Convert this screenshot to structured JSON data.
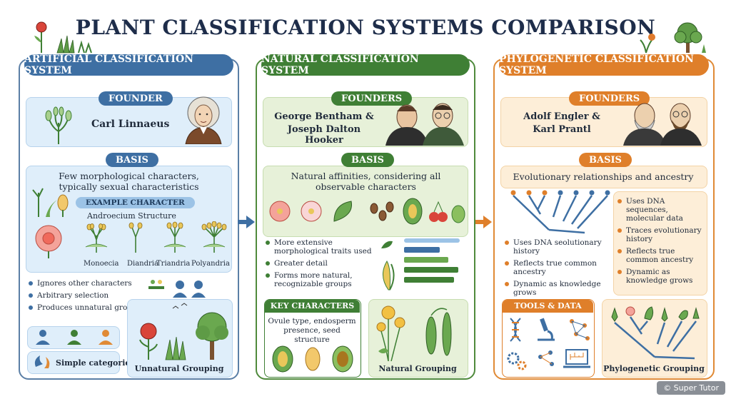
{
  "title": "PLANT CLASSIFICATION SYSTEMS COMPARISON",
  "artificial": {
    "header": "ARTIFICIAL CLASSIFICATION SYSTEM",
    "founder_label": "FOUNDER",
    "founder_name": "Carl Linnaeus",
    "basis_label": "BASIS",
    "basis_text": "Few morphological characters, typically sexual characteristics",
    "example_label": "EXAMPLE CHARACTER",
    "example_name": "Androecium Structure",
    "examples": [
      "Monoecia",
      "Diandria",
      "Triandria",
      "Polyandria"
    ],
    "bullets": [
      "Ignores other characters",
      "Arbitrary selection",
      "Produces unnatural groups"
    ],
    "simple_label": "Simple categories",
    "grouping_label": "Unnatural Grouping"
  },
  "natural": {
    "header": "NATURAL CLASSIFICATION SYSTEM",
    "founder_label": "FOUNDERS",
    "founder_line1": "George Bentham &",
    "founder_line2": "Joseph Dalton Hooker",
    "basis_label": "BASIS",
    "basis_text": "Natural affinities, considering all observable characters",
    "bullets": [
      "More extensive morphological traits used",
      "Greater detail",
      "Forms more natural, recognizable groups"
    ],
    "key_label": "KEY CHARACTERS",
    "key_text": "Ovule type, endosperm presence, seed structure",
    "grouping_label": "Natural Grouping"
  },
  "phylogenetic": {
    "header": "PHYLOGENETIC CLASSIFICATION SYSTEM",
    "founder_label": "FOUNDERS",
    "founder_line1": "Adolf Engler &",
    "founder_line2": "Karl Prantl",
    "basis_label": "BASIS",
    "basis_text": "Evolutionary relationships and ancestry",
    "left_bullets": [
      "Uses DNA seolutionary history",
      "Reflects true common ancestry",
      "Dynamic as knowledge grows"
    ],
    "right_bullets": [
      "Uses DNA sequences, molecular data",
      "Traces evolutionary history",
      "Reflects true common ancestry",
      "Dynamic as knowledge grows"
    ],
    "tools_label": "TOOLS & DATA",
    "grouping_label": "Phylogenetic Grouping"
  },
  "watermark": "© Super Tutor",
  "colors": {
    "blue": "#3e6fa3",
    "green": "#3f7f35",
    "orange": "#df7f2a"
  }
}
